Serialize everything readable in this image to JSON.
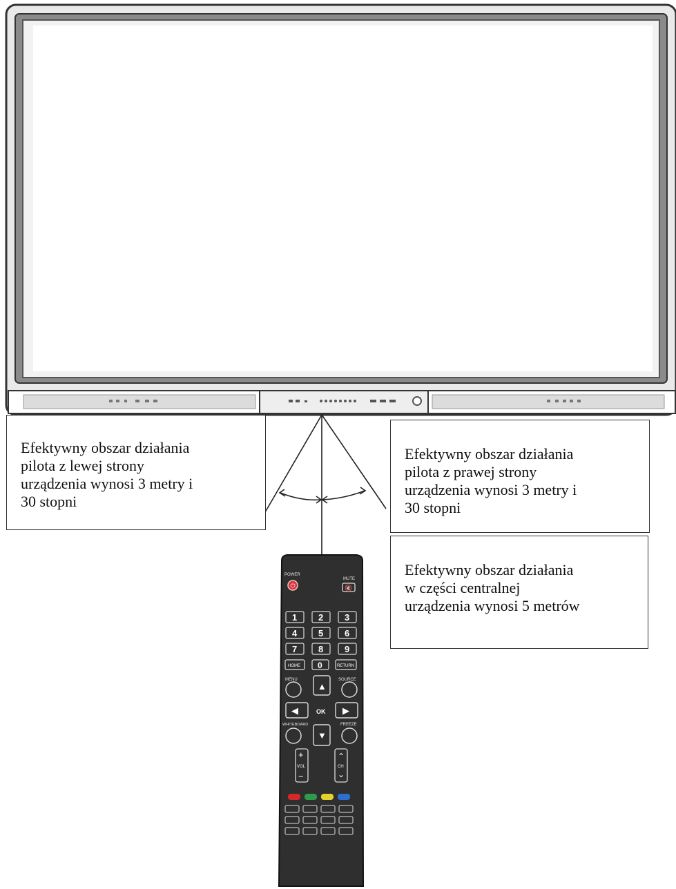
{
  "callouts": {
    "left": "Efektywny obszar działania\npilota z lewej strony\nurządzenia wynosi 3 metry i\n30 stopni",
    "right": "Efektywny obszar działania\npilota z prawej strony\nurządzenia wynosi 3 metry i\n30 stopni",
    "center": "Efektywny obszar działania\nw części centralnej\nurządzenia wynosi 5 metrów"
  },
  "remote": {
    "power_label": "POWER",
    "mute_label": "MUTE",
    "digits": [
      "1",
      "2",
      "3",
      "4",
      "5",
      "6",
      "7",
      "8",
      "9"
    ],
    "home_label": "HOME",
    "zero_label": "0",
    "return_label": "RETURN",
    "menu_label": "MENU",
    "source_label": "SOURCE",
    "ok_label": "OK",
    "whiteboard_label": "WHITEBOARD",
    "freeze_label": "FREEZE",
    "vol_label": "VOL",
    "ch_label": "CH",
    "color_keys": [
      "#d22a2a",
      "#2f9a4c",
      "#e6d12c",
      "#2c6fd0"
    ]
  }
}
